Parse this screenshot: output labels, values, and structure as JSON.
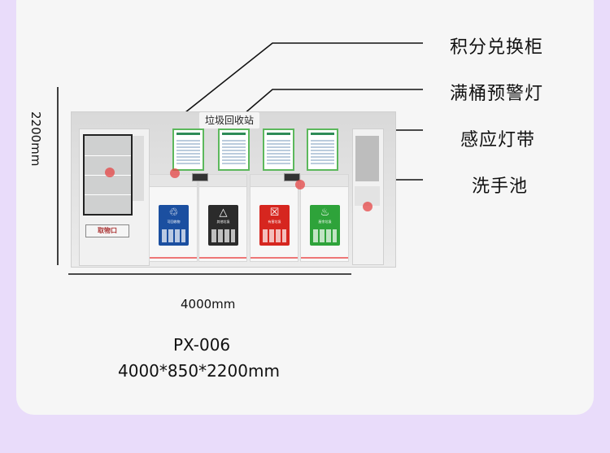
{
  "callouts": [
    "积分兑换柜",
    "满桶预警灯",
    "感应灯带",
    "洗手池"
  ],
  "station_sign": "垃圾回收站",
  "vending": {
    "pickup_label": "取物口"
  },
  "bins": [
    {
      "label": "可回收物",
      "color": "#1b4fa0",
      "symbol": "♲"
    },
    {
      "label": "其他垃圾",
      "color": "#2b2b2b",
      "symbol": "△"
    },
    {
      "label": "有害垃圾",
      "color": "#d6261f",
      "symbol": "☒"
    },
    {
      "label": "厨余垃圾",
      "color": "#2ea33a",
      "symbol": "♨"
    }
  ],
  "dimensions": {
    "height": "2200mm",
    "width": "4000mm"
  },
  "model": "PX-006",
  "size": "4000*850*2200mm"
}
